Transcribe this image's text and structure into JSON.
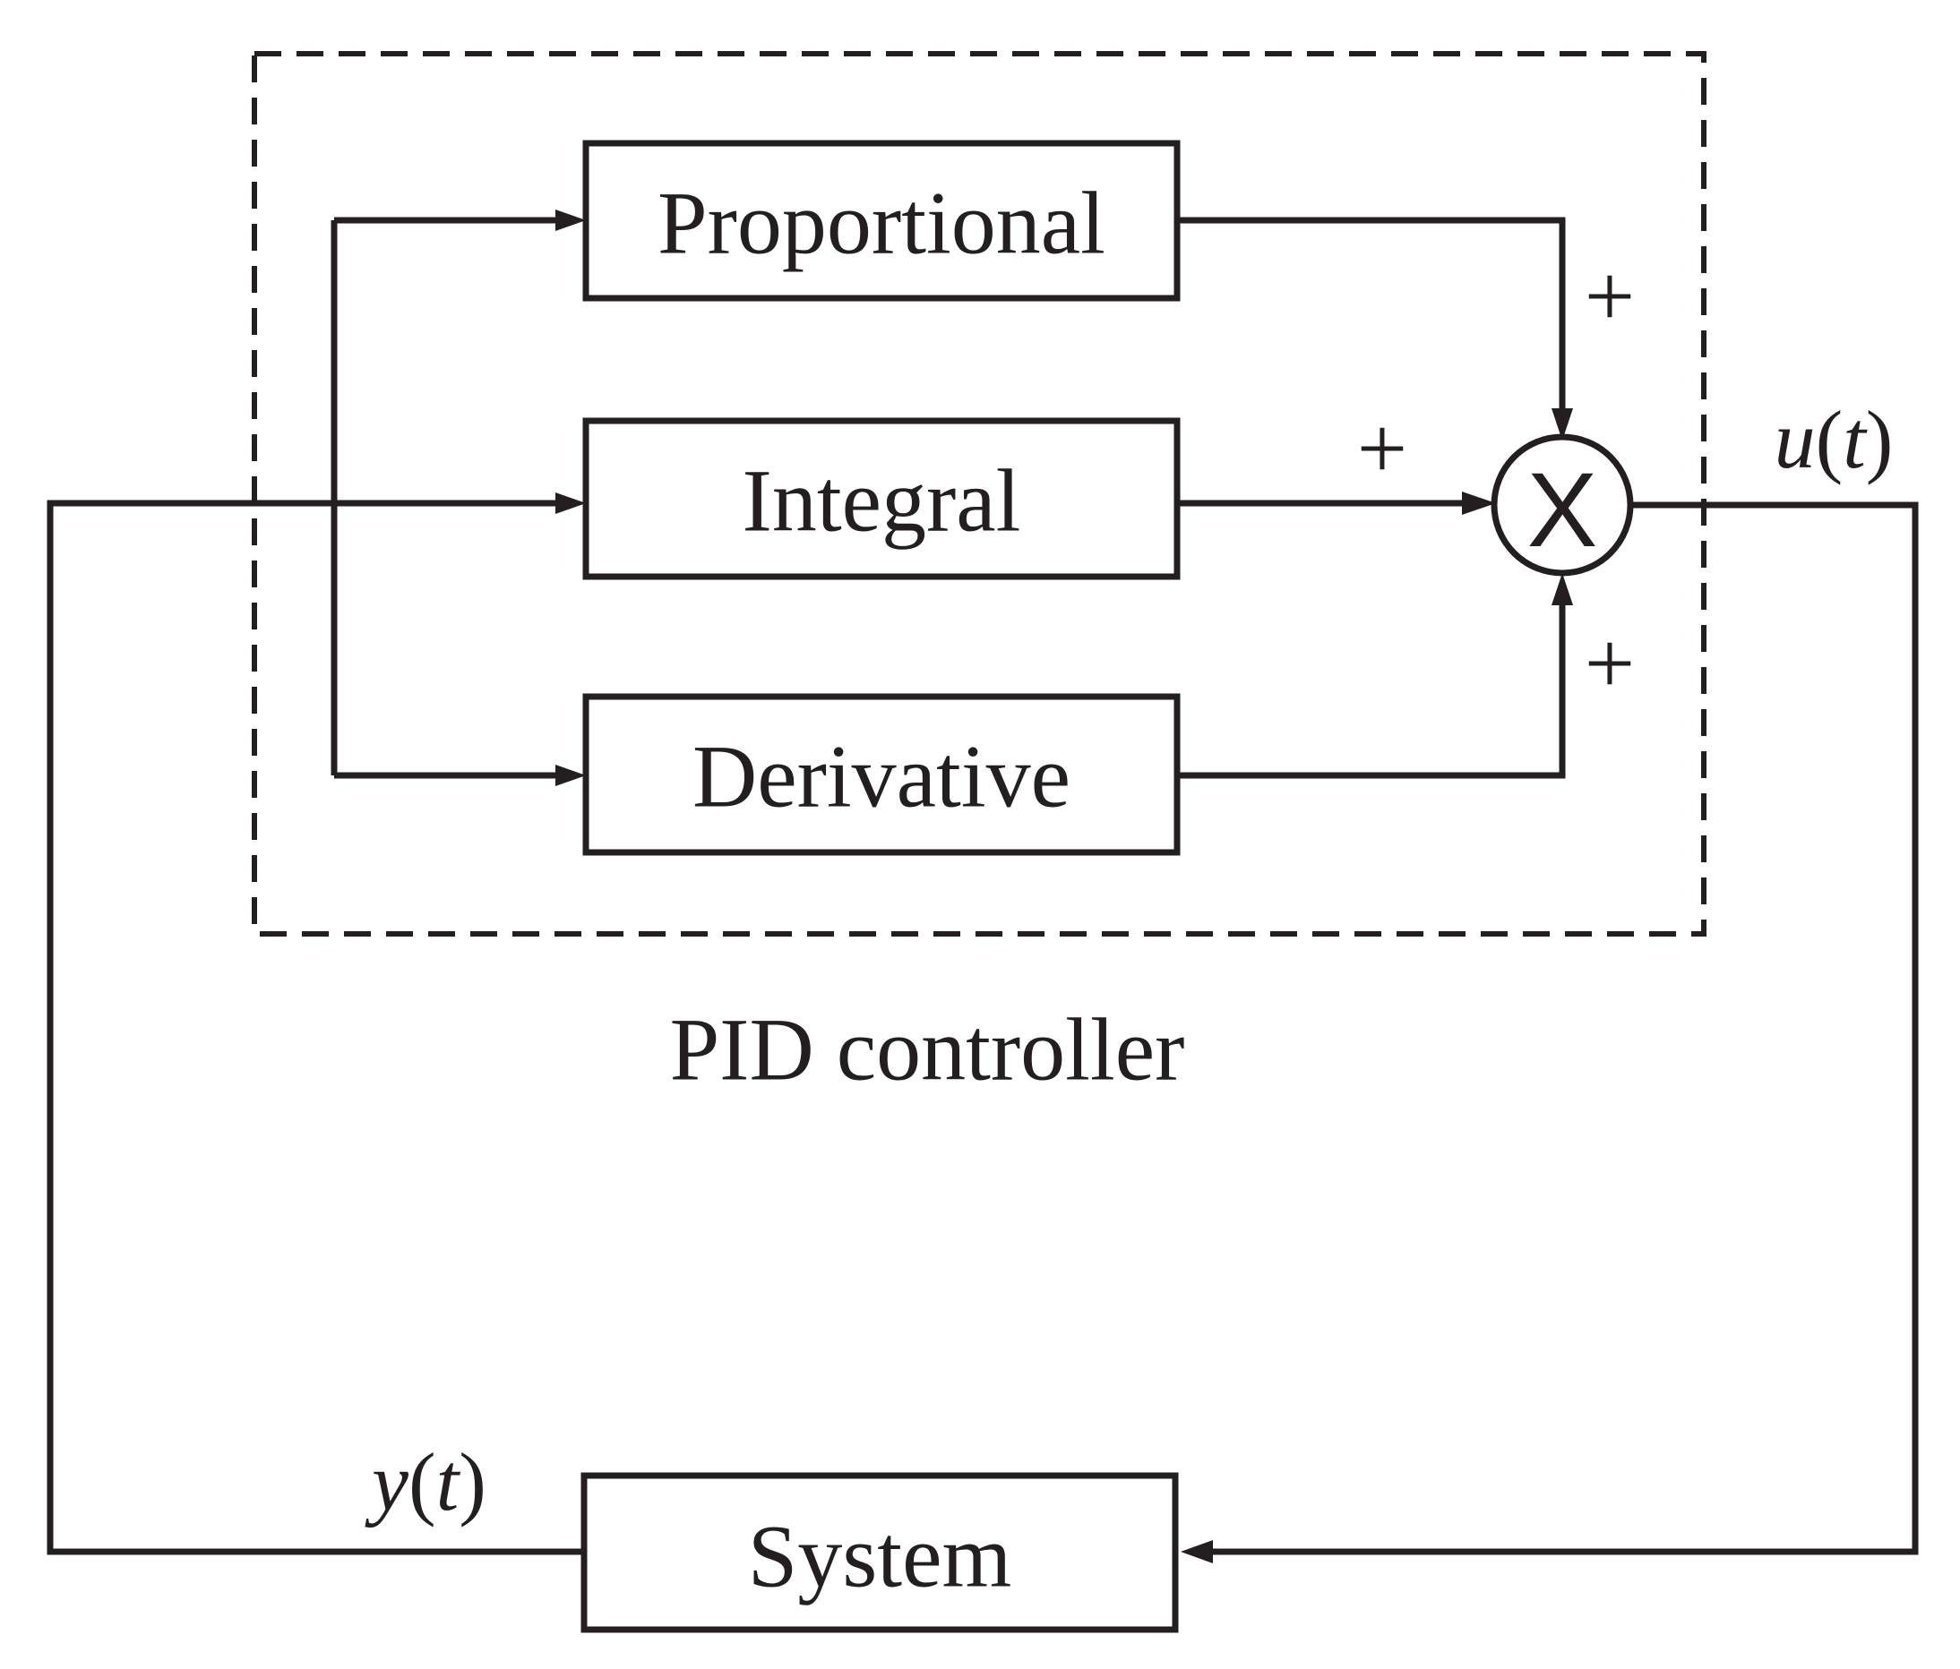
{
  "blocks": {
    "proportional": "Proportional",
    "integral": "Integral",
    "derivative": "Derivative",
    "system": "System"
  },
  "controller_label": "PID controller",
  "summing_junction": {
    "symbol": "X"
  },
  "signs": {
    "proportional_in": "+",
    "integral_in": "+",
    "derivative_in": "+"
  },
  "signals": {
    "output": {
      "var": "u",
      "open": "(",
      "arg": "t",
      "close": ")"
    },
    "feedback": {
      "var": "y",
      "open": "(",
      "arg": "t",
      "close": ")"
    }
  },
  "colors": {
    "ink": "#231f20",
    "background": "#ffffff"
  }
}
